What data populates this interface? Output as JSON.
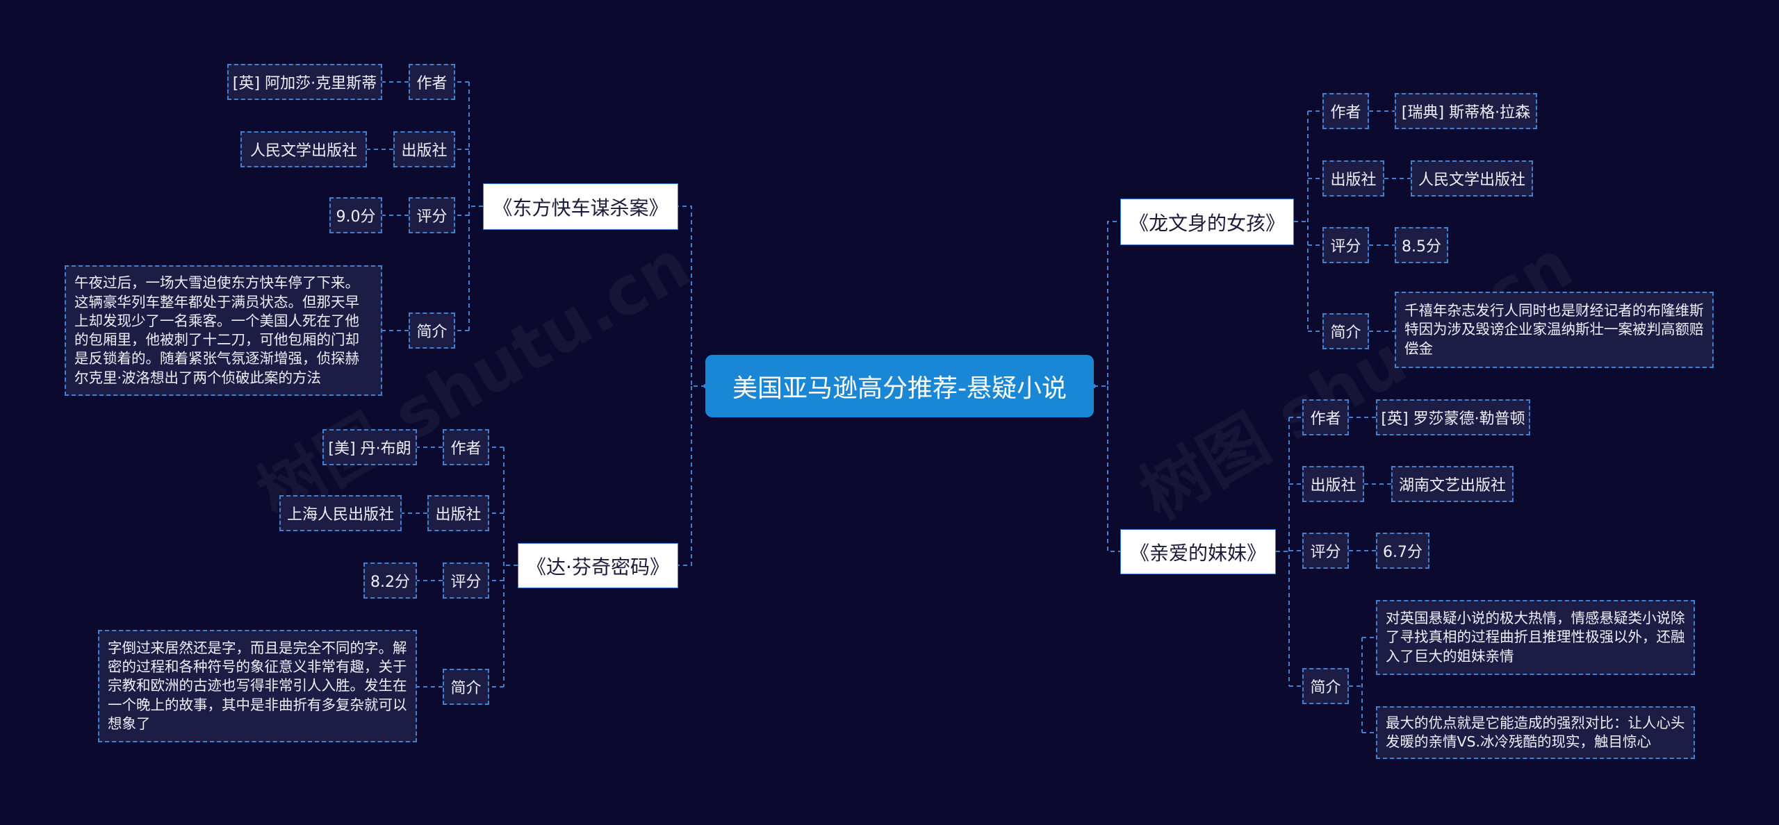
{
  "title": "美国亚马逊高分推荐-悬疑小说",
  "watermark": "树图 shutu.cn",
  "labels": {
    "author": "作者",
    "publisher": "出版社",
    "rating": "评分",
    "intro": "简介"
  },
  "books": [
    {
      "title": "《东方快车谋杀案》",
      "author": "[英] 阿加莎·克里斯蒂",
      "publisher": "人民文学出版社",
      "rating": "9.0分",
      "intro": "午夜过后，一场大雪迫使东方快车停了下来。这辆豪华列车整年都处于满员状态。但那天早上却发现少了一名乘客。一个美国人死在了他的包厢里，他被刺了十二刀，可他包厢的门却是反锁着的。随着紧张气氛逐渐增强，侦探赫尔克里·波洛想出了两个侦破此案的方法"
    },
    {
      "title": "《达·芬奇密码》",
      "author": "[美] 丹·布朗",
      "publisher": "上海人民出版社",
      "rating": "8.2分",
      "intro": "字倒过来居然还是字，而且是完全不同的字。解密的过程和各种符号的象征意义非常有趣，关于宗教和欧洲的古迹也写得非常引人入胜。发生在一个晚上的故事，其中是非曲折有多复杂就可以想象了"
    },
    {
      "title": "《龙文身的女孩》",
      "author": "[瑞典] 斯蒂格·拉森",
      "publisher": "人民文学出版社",
      "rating": "8.5分",
      "intro": "千禧年杂志发行人同时也是财经记者的布隆维斯特因为涉及毁谤企业家温纳斯壮一案被判高额赔偿金"
    },
    {
      "title": "《亲爱的妹妹》",
      "author": "[英] 罗莎蒙德·勒普顿",
      "publisher": "湖南文艺出版社",
      "rating": "6.7分",
      "intro": "对英国悬疑小说的极大热情，情感悬疑类小说除了寻找真相的过程曲折且推理性极强以外，还融入了巨大的姐妹亲情",
      "intro2": "最大的优点就是它能造成的强烈对比：让人心头发暖的亲情VS.冰冷残酷的现实，触目惊心"
    }
  ],
  "colors": {
    "background": "#0b0a2e",
    "root": "#1a86d6",
    "connector": "#3f82d4"
  }
}
